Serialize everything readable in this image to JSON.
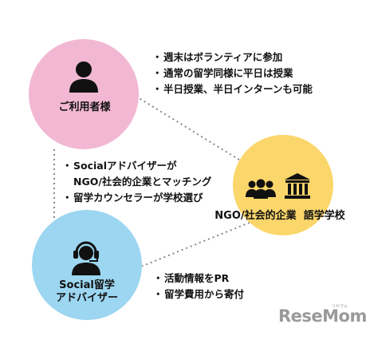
{
  "nodes": {
    "user": {
      "label": "ご利用者様",
      "color": "#f2b8d3",
      "icon": "person-icon"
    },
    "advisor": {
      "label_line1": "Social留学",
      "label_line2": "アドバイザー",
      "color": "#9cd6f1",
      "icon": "headset-person-icon"
    },
    "org": {
      "label": "NGO/社会的企業  語学学校",
      "color": "#fbd66a",
      "icons": [
        "group-icon",
        "school-building-icon"
      ]
    }
  },
  "user_org_points": [
    "週末はボランティアに参加",
    "通常の留学同様に平日は授業",
    "半日授業、半日インターンも可能"
  ],
  "advisor_org_points": [
    "Socialアドバイザーが",
    "NGO/社会的企業とマッチング",
    "留学カウンセラーが学校選び"
  ],
  "advisor_bottom_points": [
    "活動情報をPR",
    "留学費用から寄付"
  ],
  "bullet": "・",
  "brand": {
    "name": "ReseMom",
    "sub": "リセマム"
  }
}
